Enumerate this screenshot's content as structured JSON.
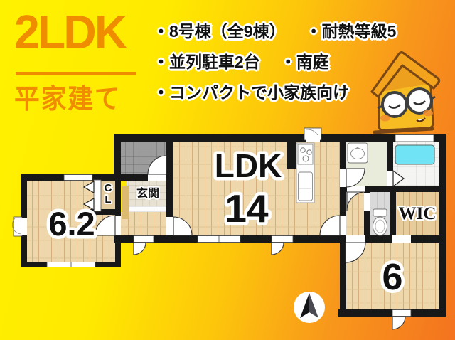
{
  "header": {
    "title": "2LDK",
    "subtitle": "平家建て",
    "bullets": [
      {
        "a": "・8号棟（全9棟）",
        "b": "・耐熱等級5"
      },
      {
        "a": "・並列駐車2台",
        "b": "・南庭"
      },
      {
        "a": "・コンパクトで小家族向け",
        "b": ""
      }
    ]
  },
  "floorplan": {
    "ldk_label": "LDK",
    "ldk_size": "14",
    "bedroom_west_size": "6.2",
    "bedroom_south_size": "6",
    "wic_label": "WIC",
    "genkan_label": "玄関",
    "closet_letter_c": "C",
    "closet_letter_l": "L"
  },
  "icons": {
    "compass": "north-arrow-icon",
    "mascot": "house-character-with-glasses-icon"
  },
  "colors": {
    "bg_yellow": "#fff200",
    "bg_orange": "#f4731f",
    "title_orange": "#f08c00",
    "wall_black": "#181818",
    "wood_floor": "#eed7ab",
    "bathtub_cyan": "#70e4f4",
    "porch_tile_gray": "#9c9c9c"
  }
}
